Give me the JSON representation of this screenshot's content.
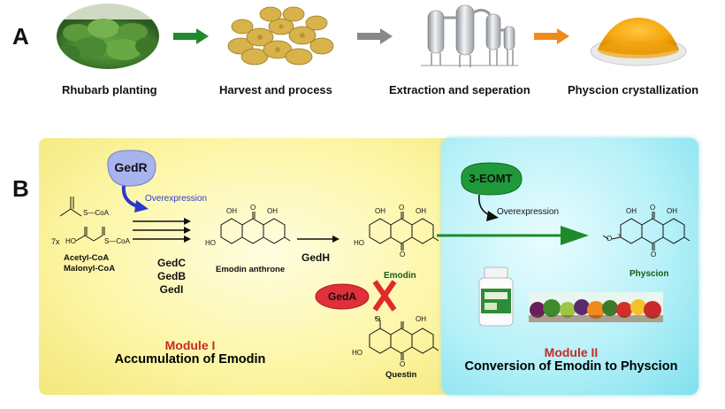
{
  "panel_a": {
    "letter": "A",
    "steps": [
      {
        "label": "Rhubarb planting"
      },
      {
        "label": "Harvest and process"
      },
      {
        "label": "Extraction and seperation"
      },
      {
        "label": "Physcion crystallization"
      }
    ],
    "arrow_colors": [
      "#1f8a2a",
      "#888888",
      "#f08a1c"
    ]
  },
  "panel_b": {
    "letter": "B",
    "gedr": "GedR",
    "overexpression_1": "Overexpression",
    "acetyl_coa": "Acetyl-CoA",
    "malonyl_coa": "Malonyl-CoA",
    "seven_x": "7x",
    "scoa_1": "S—CoA",
    "scoa_2": "S—CoA",
    "ho_malonyl": "HO",
    "genes": [
      "GedC",
      "GedB",
      "GedI"
    ],
    "emodin_anthrone": "Emodin anthrone",
    "gedh": "GedH",
    "emodin": "Emodin",
    "geda": "GedA",
    "questin": "Questin",
    "eomt": "3-EOMT",
    "overexpression_2": "Overexpression",
    "physcion": "Physcion",
    "module1_title": "Module I",
    "module1_sub": "Accumulation of Emodin",
    "module2_title": "Module II",
    "module2_sub": "Conversion of Emodin to Physcion",
    "oh": "OH",
    "o": "O",
    "ho": "HO",
    "methoxy": "O",
    "three": "3",
    "colors": {
      "gedr": "#a9b4ee",
      "geda": "#e0303a",
      "eomt": "#1f9a3a",
      "arrow_green": "#1f8a2a",
      "cross": "#e02a2a"
    }
  }
}
